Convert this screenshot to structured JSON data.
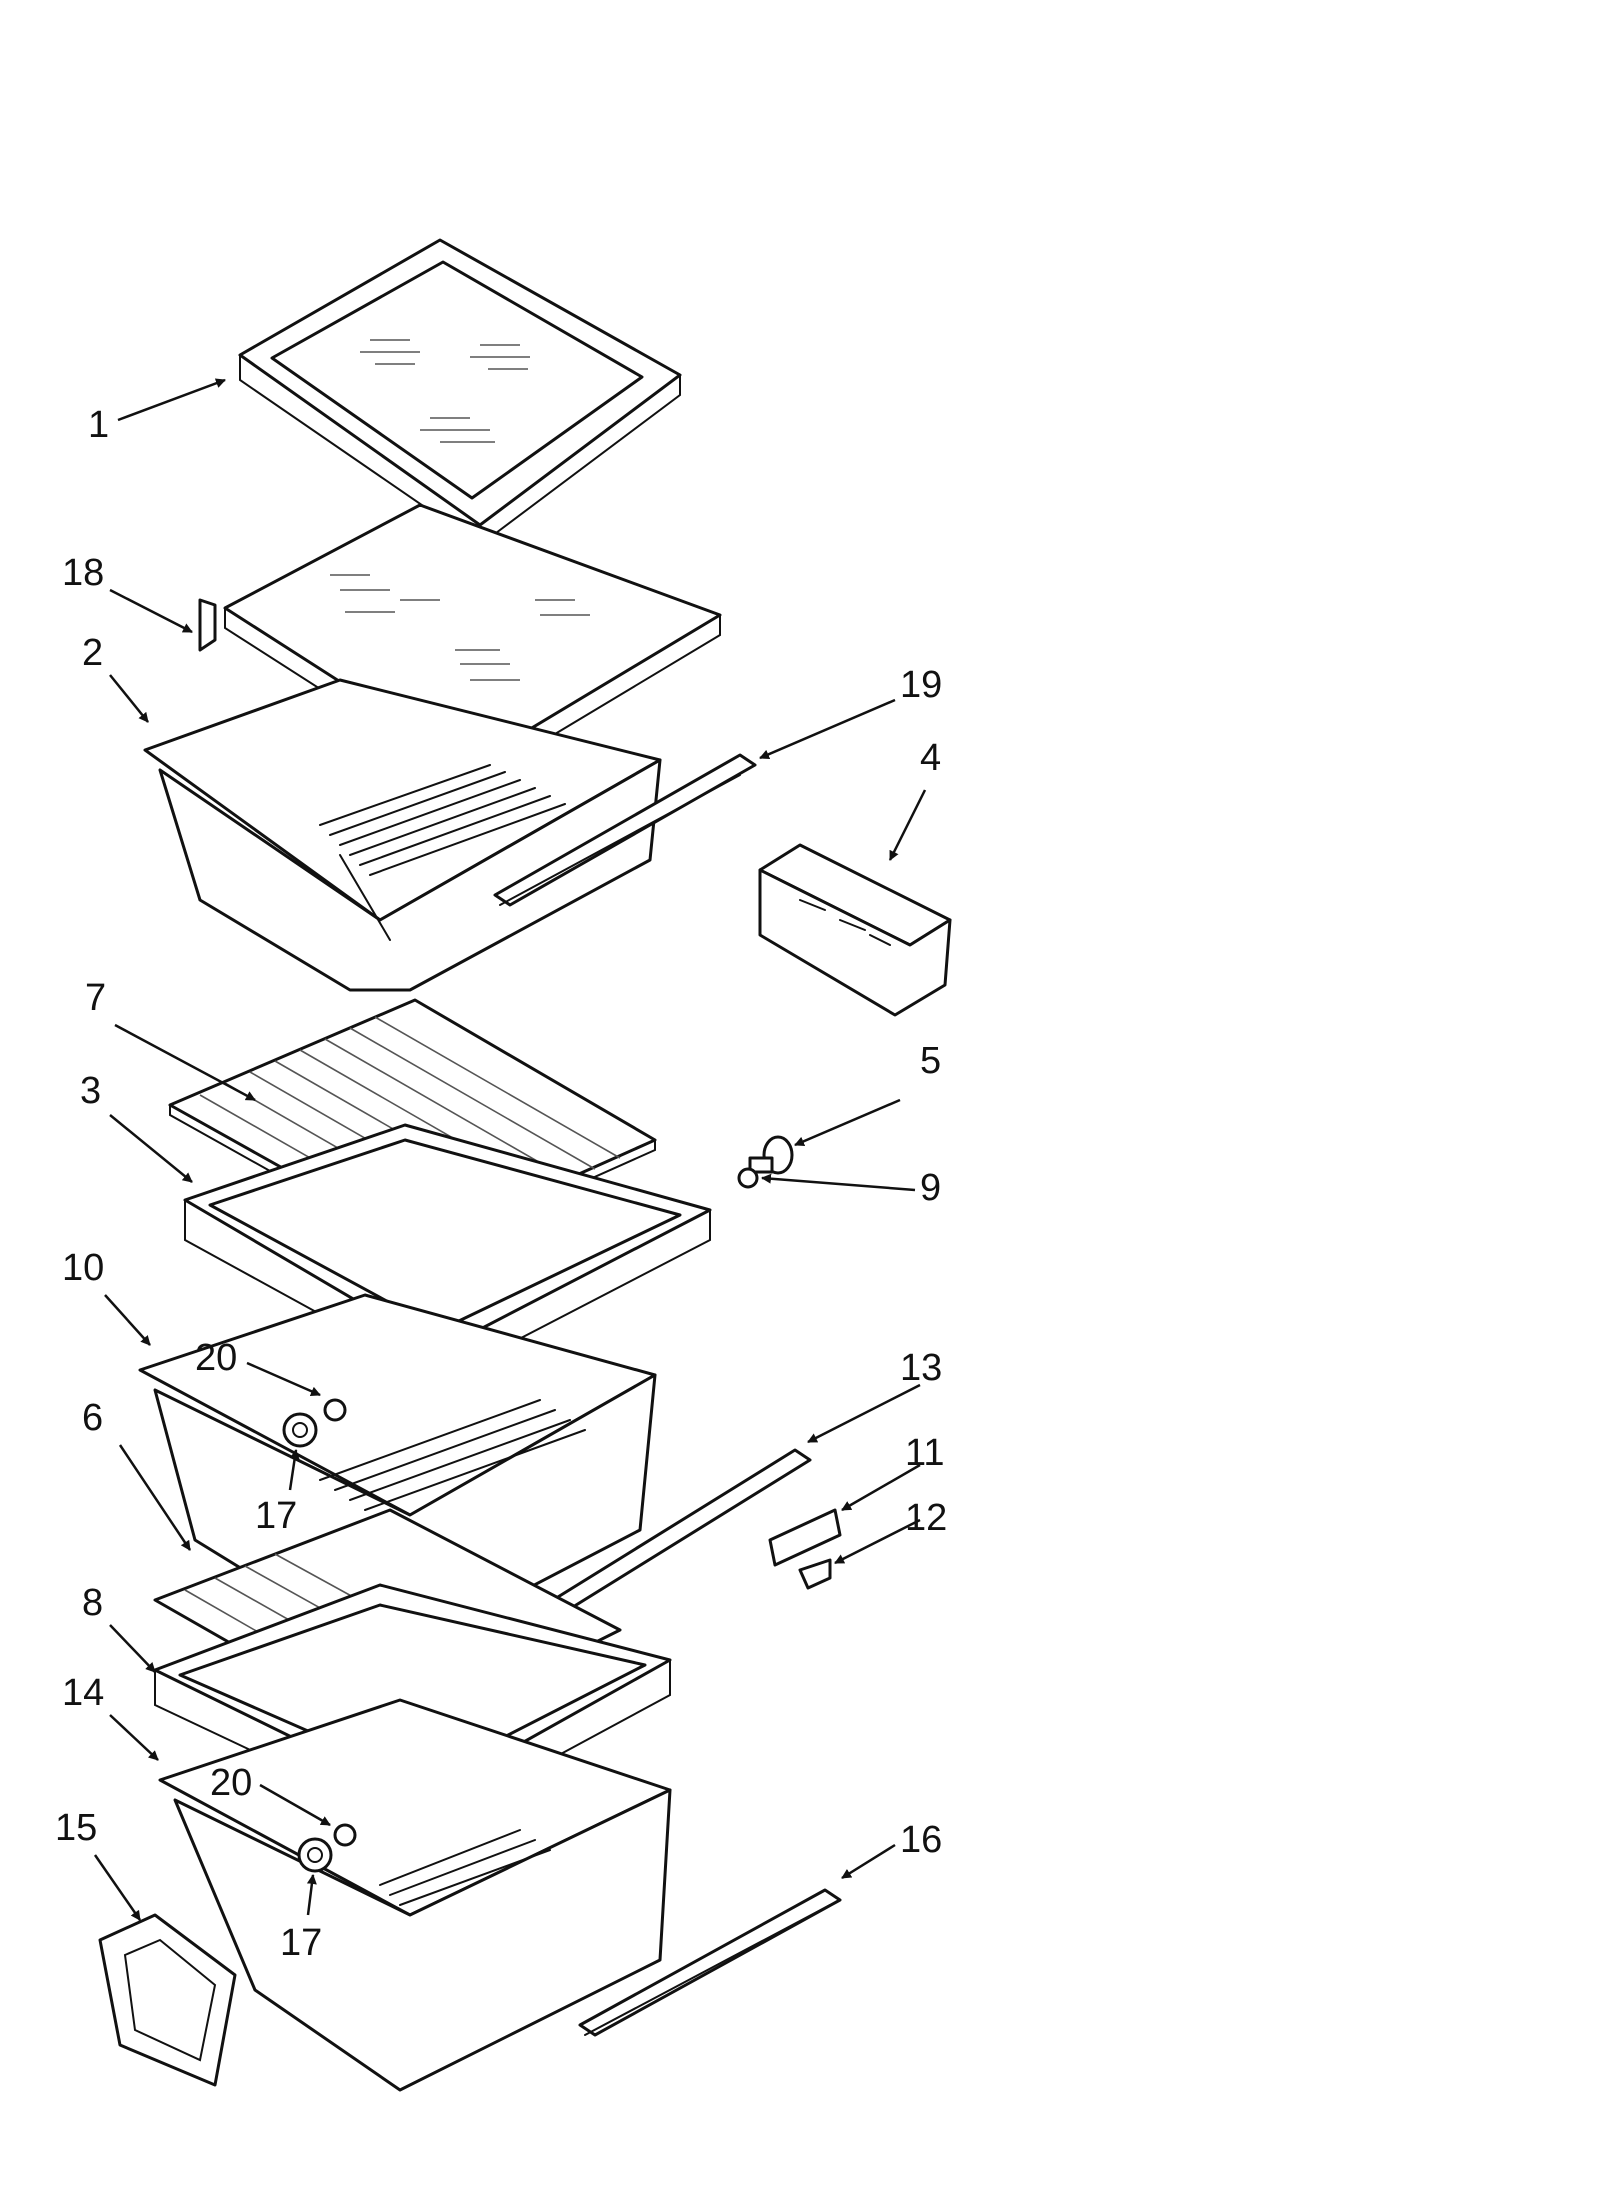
{
  "callouts": [
    {
      "id": "1",
      "text": "1"
    },
    {
      "id": "18",
      "text": "18"
    },
    {
      "id": "2",
      "text": "2"
    },
    {
      "id": "19",
      "text": "19"
    },
    {
      "id": "4",
      "text": "4"
    },
    {
      "id": "7",
      "text": "7"
    },
    {
      "id": "3",
      "text": "3"
    },
    {
      "id": "5",
      "text": "5"
    },
    {
      "id": "9",
      "text": "9"
    },
    {
      "id": "10",
      "text": "10"
    },
    {
      "id": "20a",
      "text": "20"
    },
    {
      "id": "13",
      "text": "13"
    },
    {
      "id": "11",
      "text": "11"
    },
    {
      "id": "6",
      "text": "6"
    },
    {
      "id": "17a",
      "text": "17"
    },
    {
      "id": "12",
      "text": "12"
    },
    {
      "id": "8",
      "text": "8"
    },
    {
      "id": "14",
      "text": "14"
    },
    {
      "id": "20b",
      "text": "20"
    },
    {
      "id": "15",
      "text": "15"
    },
    {
      "id": "16",
      "text": "16"
    },
    {
      "id": "17b",
      "text": "17"
    }
  ]
}
